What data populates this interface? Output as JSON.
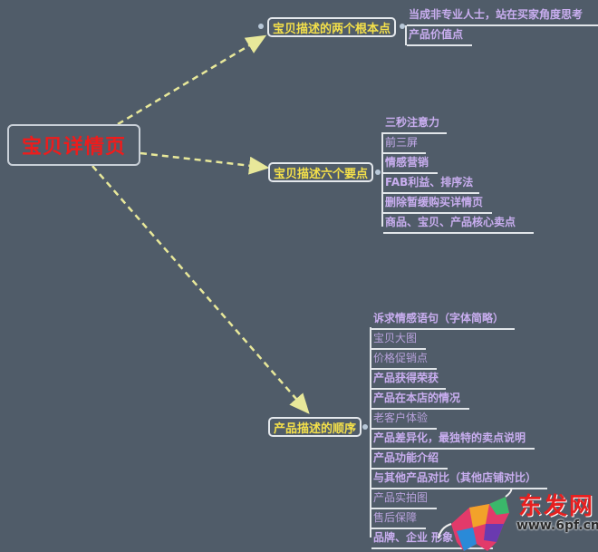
{
  "root": {
    "label": "宝贝详情页",
    "color": "#ee1c1c"
  },
  "branches": [
    {
      "label": "宝贝描述的两个根本点",
      "children": [
        "当成非专业人士，站在买家角度思考",
        "产品价值点"
      ]
    },
    {
      "label": "宝贝描述六个要点",
      "children": [
        "三秒注意力",
        "前三屏",
        "情感营销",
        "FAB利益、排序法",
        "删除暂缓购买详情页",
        "商品、宝贝、产品核心卖点"
      ]
    },
    {
      "label": "产品描述的顺序",
      "children": [
        "诉求情感语句（字体简略）",
        "宝贝大图",
        "价格促销点",
        "产品获得荣获",
        "产品在本店的情况",
        "老客户体验",
        "产品差异化，最独特的卖点说明",
        "产品功能介绍",
        "与其他产品对比（其他店铺对比）",
        "产品实拍图",
        "售后保障",
        "品牌、企业 形象"
      ]
    }
  ],
  "watermark": {
    "brand": "东发网",
    "url": "www.6pf.cn"
  },
  "colors": {
    "background": "#505c69",
    "branch_text": "#f4e04a",
    "leaf_text": "#c9aef0",
    "connector": "#e8e89a"
  }
}
